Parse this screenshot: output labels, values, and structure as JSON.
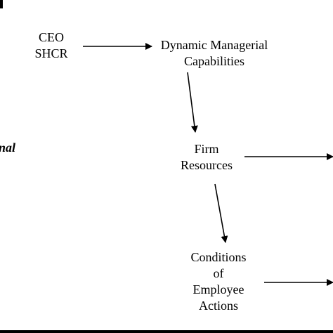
{
  "nodes": {
    "ceo": [
      "CEO",
      "SHCR"
    ],
    "dmc": [
      "Dynamic Managerial",
      "Capabilities"
    ],
    "firm": [
      "Firm",
      "Resources"
    ],
    "conditions": [
      "Conditions",
      "of",
      "Employee",
      "Actions"
    ]
  },
  "left_fragment": "nal",
  "colors": {
    "background": "#ffffff",
    "frame": "#000000",
    "text": "#000000",
    "arrow": "#000000"
  }
}
